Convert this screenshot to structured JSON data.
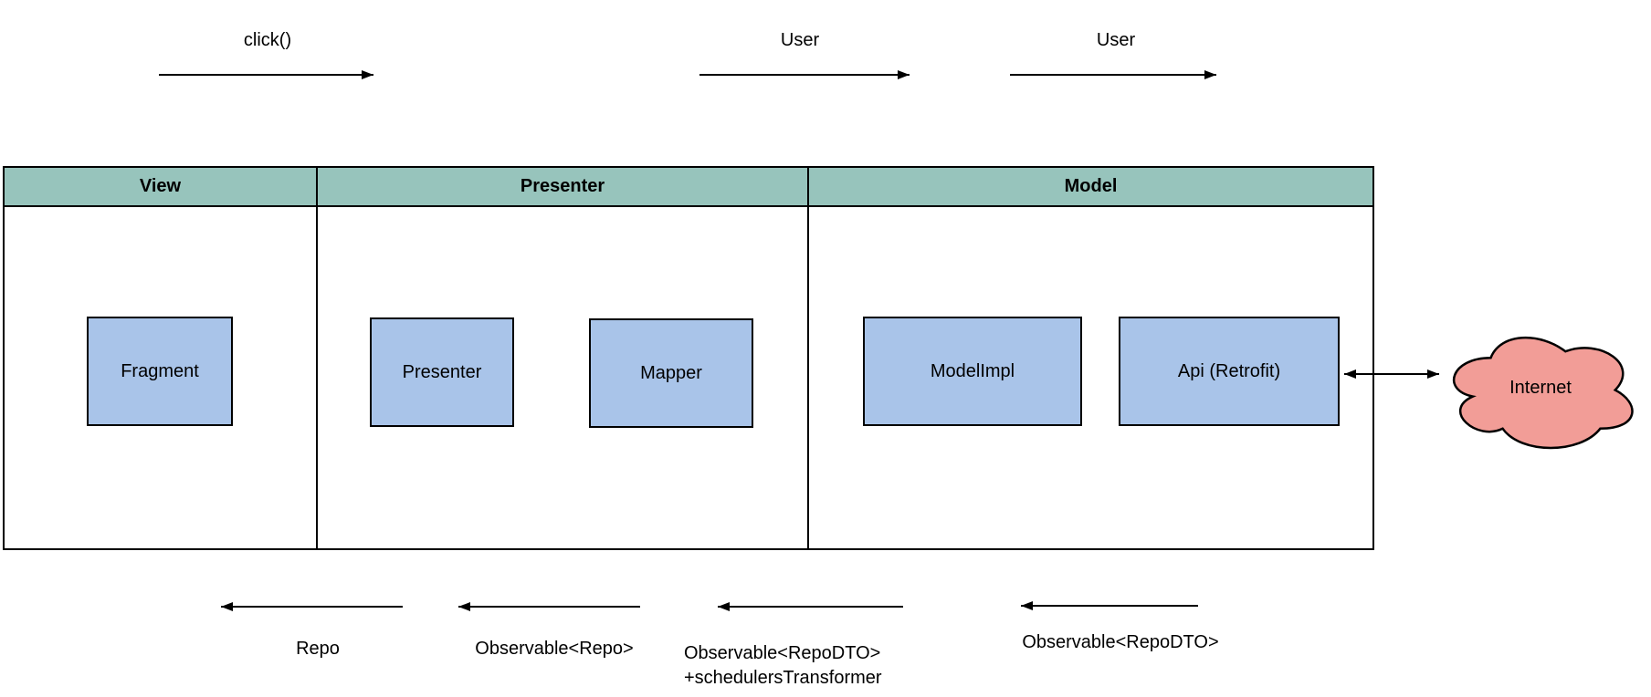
{
  "top_arrows": [
    {
      "label": "click()"
    },
    {
      "label": "User"
    },
    {
      "label": "User"
    }
  ],
  "table": {
    "headers": [
      {
        "label": "View"
      },
      {
        "label": "Presenter"
      },
      {
        "label": "Model"
      }
    ]
  },
  "boxes": [
    {
      "label": "Fragment"
    },
    {
      "label": "Presenter"
    },
    {
      "label": "Mapper"
    },
    {
      "label": "ModelImpl"
    },
    {
      "label": "Api (Retrofit)"
    }
  ],
  "cloud": {
    "label": "Internet"
  },
  "bottom_arrows": [
    {
      "label": "Repo"
    },
    {
      "label": "Observable<Repo>"
    },
    {
      "label": "Observable<RepoDTO>",
      "label2": "+schedulersTransformer"
    },
    {
      "label": "Observable<RepoDTO>"
    }
  ],
  "colors": {
    "header_fill": "#97C4BC",
    "box_fill": "#A9C4E9",
    "cloud_fill": "#F29D97",
    "line": "#000000"
  }
}
